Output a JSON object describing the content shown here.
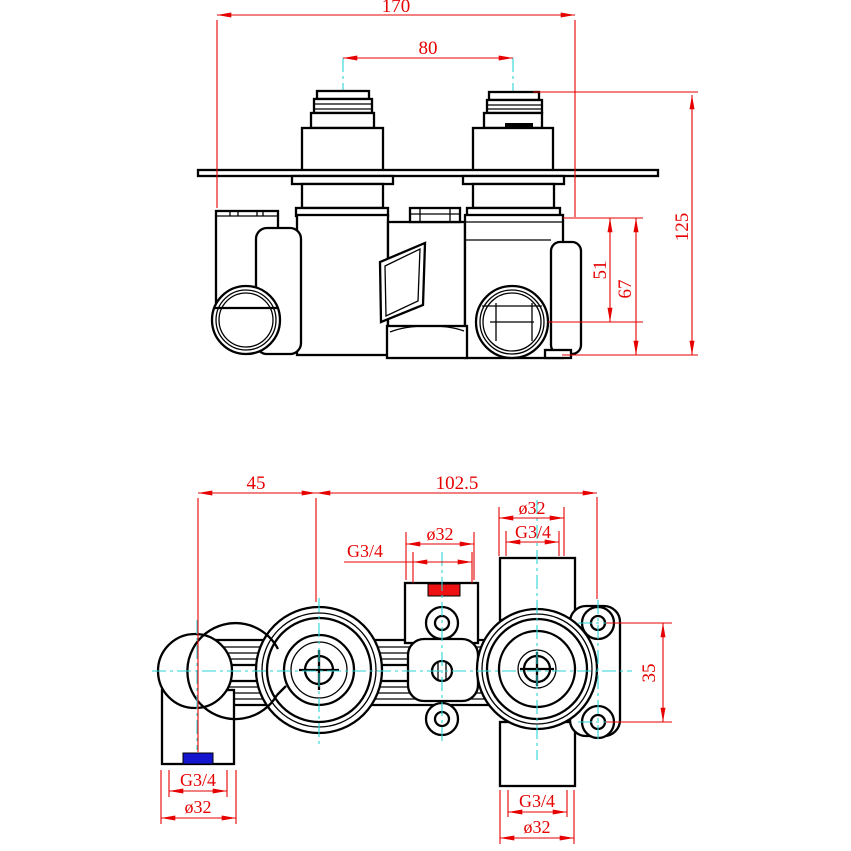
{
  "drawing": {
    "title": "thermostatic-shower-valve-technical-drawing",
    "colors": {
      "outline": "#000000",
      "dimension": "#e60000",
      "centerline": "#2ad4d4",
      "hot_marker": "#ee1111",
      "cold_marker": "#1515cf",
      "background": "#ffffff"
    },
    "front_view": {
      "dims": {
        "overall_width": "170",
        "cartridge_spacing": "80",
        "overall_height": "125",
        "depth_to_port": "51",
        "depth_to_base": "67"
      }
    },
    "plan_view": {
      "dims": {
        "cold_offset": "45",
        "body_length": "102.5",
        "screw_spacing": "35"
      },
      "ports": [
        {
          "id": "cold-inlet",
          "thread": "G3/4",
          "diameter": "ø32",
          "marker": "cold"
        },
        {
          "id": "hot-inlet",
          "thread": "G3/4",
          "diameter": "ø32",
          "marker": "hot"
        },
        {
          "id": "top-outlet",
          "thread": "G3/4",
          "diameter": "ø32",
          "marker": "none"
        },
        {
          "id": "bottom-outlet",
          "thread": "G3/4",
          "diameter": "ø32",
          "marker": "none"
        }
      ]
    }
  }
}
